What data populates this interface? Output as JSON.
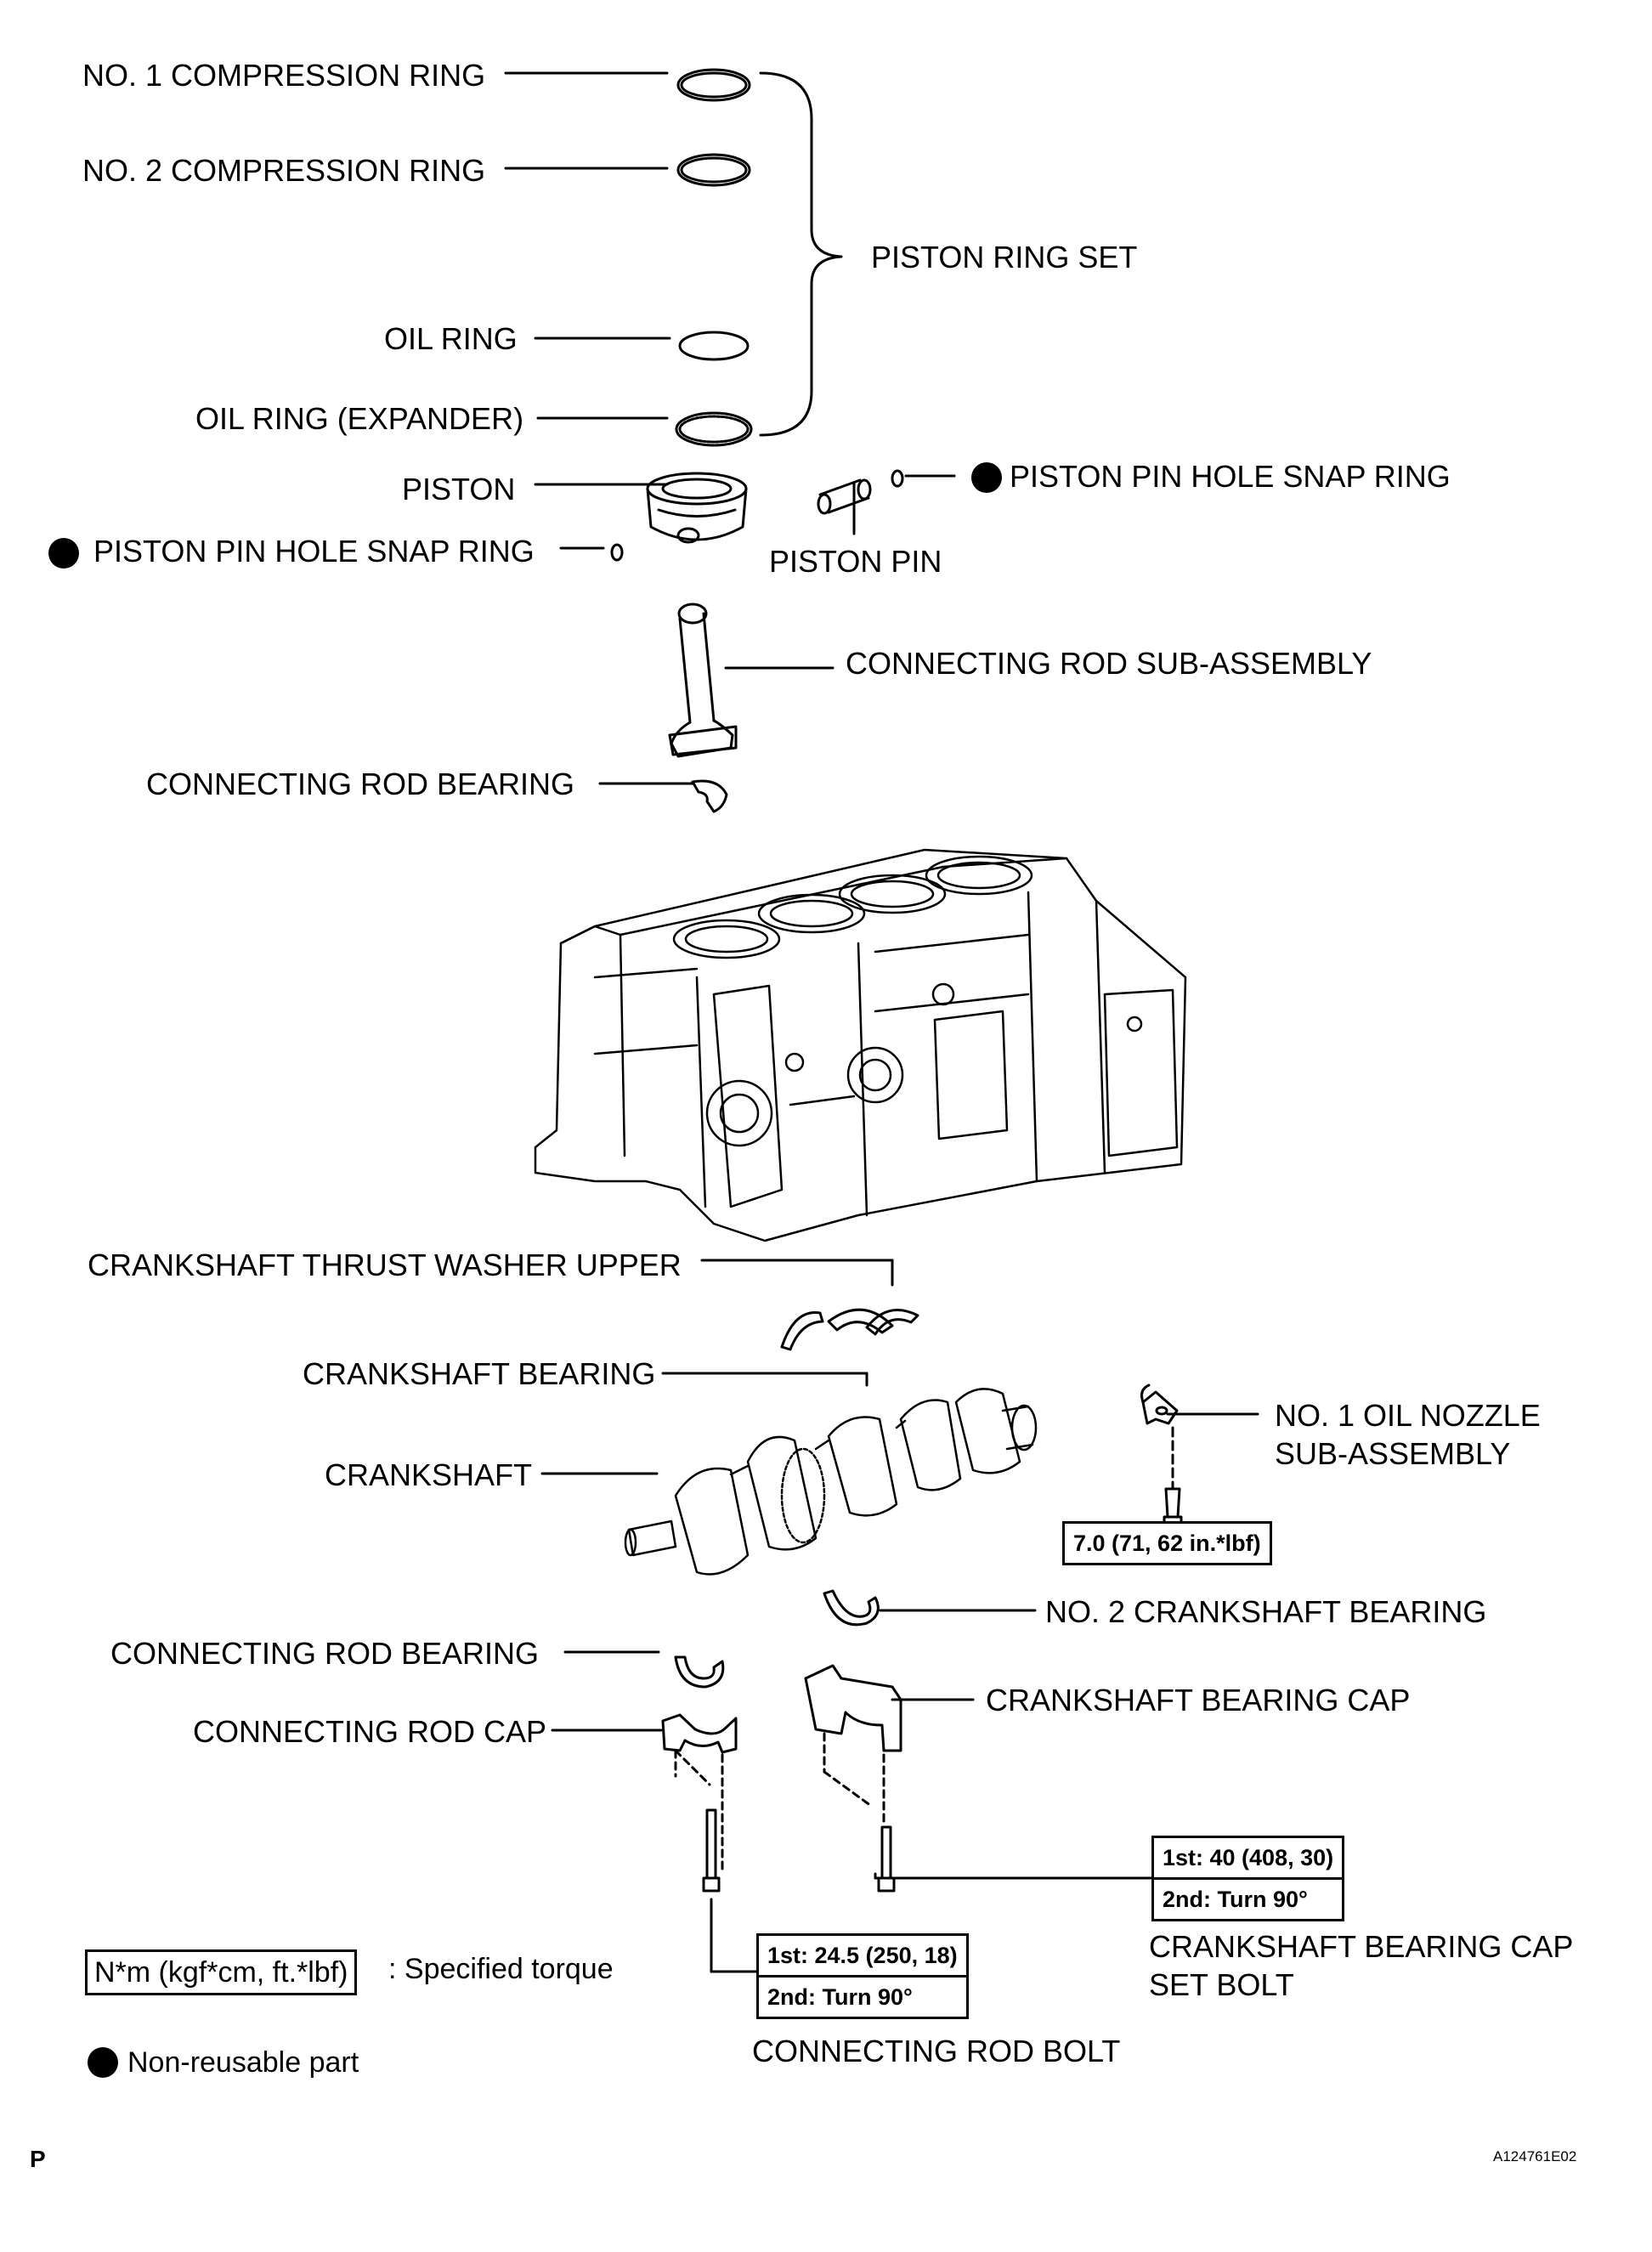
{
  "labels": {
    "no1_compression_ring": "NO. 1 COMPRESSION RING",
    "no2_compression_ring": "NO. 2 COMPRESSION RING",
    "piston_ring_set": "PISTON RING SET",
    "oil_ring": "OIL RING",
    "oil_ring_expander": "OIL RING (EXPANDER)",
    "piston": "PISTON",
    "piston_pin_hole_snap_ring_right": "PISTON PIN HOLE SNAP RING",
    "piston_pin_hole_snap_ring_left": "PISTON PIN HOLE SNAP RING",
    "piston_pin": "PISTON PIN",
    "connecting_rod_sub_assembly": "CONNECTING ROD SUB-ASSEMBLY",
    "connecting_rod_bearing_upper": "CONNECTING ROD BEARING",
    "crankshaft_thrust_washer_upper": "CRANKSHAFT THRUST WASHER UPPER",
    "crankshaft_bearing": "CRANKSHAFT BEARING",
    "crankshaft": "CRANKSHAFT",
    "no1_oil_nozzle_line1": "NO. 1 OIL NOZZLE",
    "no1_oil_nozzle_line2": "SUB-ASSEMBLY",
    "no2_crankshaft_bearing": "NO. 2 CRANKSHAFT BEARING",
    "connecting_rod_bearing_lower": "CONNECTING ROD BEARING",
    "crankshaft_bearing_cap": "CRANKSHAFT BEARING CAP",
    "connecting_rod_cap": "CONNECTING ROD CAP",
    "crankshaft_bearing_cap_set_bolt_line1": "CRANKSHAFT BEARING CAP",
    "crankshaft_bearing_cap_set_bolt_line2": "SET BOLT",
    "connecting_rod_bolt": "CONNECTING ROD BOLT"
  },
  "torque": {
    "oil_nozzle": "7.0 (71, 62 in.*lbf)",
    "bearing_cap_bolt_1st": "1st: 40 (408, 30)",
    "bearing_cap_bolt_2nd": "2nd: Turn 90°",
    "rod_bolt_1st": "1st: 24.5 (250, 18)",
    "rod_bolt_2nd": "2nd: Turn 90°"
  },
  "legend": {
    "torque_unit": "N*m (kgf*cm, ft.*lbf)",
    "torque_text": ": Specified torque",
    "non_reusable_text": "Non-reusable part"
  },
  "footer": {
    "section_letter": "P",
    "figure_code": "A124761E02"
  }
}
